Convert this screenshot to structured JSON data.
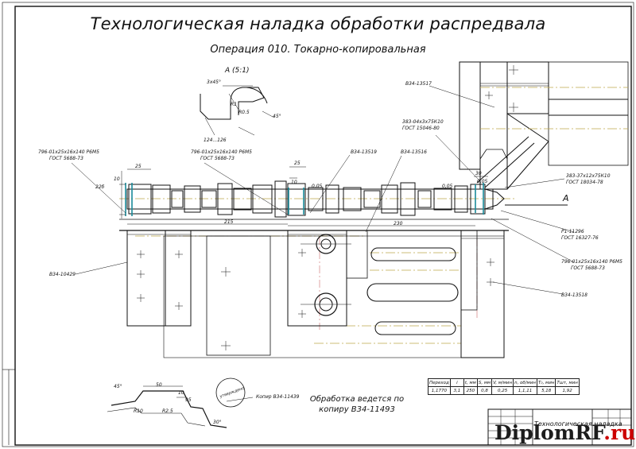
{
  "title": "Технологическая наладка обработки распредвала",
  "subtitle": "Операция 010. Токарно-копировальная",
  "detail_view": "А (5:1)",
  "view_marker": "А",
  "detail_dims": [
    "3х45°",
    "R1",
    "R0.5",
    "45°",
    "124...126"
  ],
  "part_labels": {
    "cutter_top": "796-01х25х16х140 Р6М5",
    "gost_top": "ГОСТ 5688-73",
    "cutter_left": "796-01х25х16х140 Р6М5",
    "gost_left": "ГОСТ 5688-73",
    "b34_13519": "В34-13519",
    "b34_13516": "В34-13516",
    "b34_13517": "В34-13517",
    "pos_383_04": "383-04х3х75К10",
    "gost_383": "ГОСТ 15046-80",
    "pos_383_37": "383-37х12х75К10",
    "gost_383_37": "ГОСТ 18034-78",
    "pos_p1": "Р1-11296",
    "gost_p1": "ГОСТ 16327-76",
    "cutter_right": "796-01х25х16х140 Р6М5",
    "gost_right": "ГОСТ 5688-73",
    "b34_10429": "В34-10429",
    "b34_13518": "В34-13518"
  },
  "dims": {
    "d_226": "22б",
    "d_25a": "25",
    "d_10a": "10",
    "d_25b": "25",
    "d_10b": "10",
    "d_025a": "0,05",
    "d_025b": "0,05",
    "d_025c": "0,05",
    "d_215": "215",
    "d_230": "230",
    "d_30": "30"
  },
  "profile": {
    "a45": "45°",
    "d50": "50",
    "d10": "10",
    "d95": "95",
    "r10": "R10",
    "r25": "R2.5",
    "a30": "30°",
    "copier": "Копир В34-11439",
    "circle_text": "утверждено"
  },
  "note": [
    "Обработка ведется по",
    "копиру В34-11493"
  ],
  "table": {
    "headers": [
      "Переход",
      "i",
      "t, мм",
      "S, мм",
      "V, м/мин",
      "n, об/мин",
      "T₀, мин",
      "Tшт, мин"
    ],
    "values": [
      "1,1770",
      "3,1",
      "250",
      "0,8",
      "0,25",
      "1,1,11",
      "5,18",
      "1,92"
    ]
  },
  "stamp_title": "Технологическая наладка",
  "watermark": {
    "main": "DiplomRF",
    "tld": ".ru"
  }
}
